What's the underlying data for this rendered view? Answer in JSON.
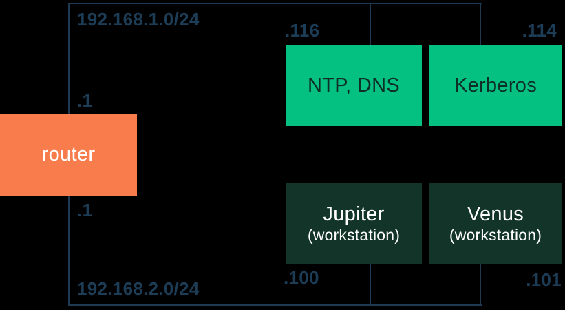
{
  "colors": {
    "background": "#000000",
    "line": "#1d3a52",
    "label_text": "#1d3c55",
    "router_fill": "#f97c4c",
    "server_fill": "#05c181",
    "workstation_fill": "#133529",
    "light_text": "#ffffff",
    "dark_text": "#0f2e27"
  },
  "subnets": {
    "top": {
      "cidr": "192.168.1.0/24",
      "router_interface_ip": ".1"
    },
    "bottom": {
      "cidr": "192.168.2.0/24",
      "router_interface_ip": ".1"
    }
  },
  "router": {
    "label": "router"
  },
  "hosts": {
    "ntp_dns": {
      "label": "NTP, DNS",
      "ip": ".116"
    },
    "kerberos": {
      "label": "Kerberos",
      "ip": ".114"
    },
    "jupiter": {
      "label": "Jupiter",
      "sublabel": "(workstation)",
      "ip": ".100"
    },
    "venus": {
      "label": "Venus",
      "sublabel": "(workstation)",
      "ip": ".101"
    }
  }
}
